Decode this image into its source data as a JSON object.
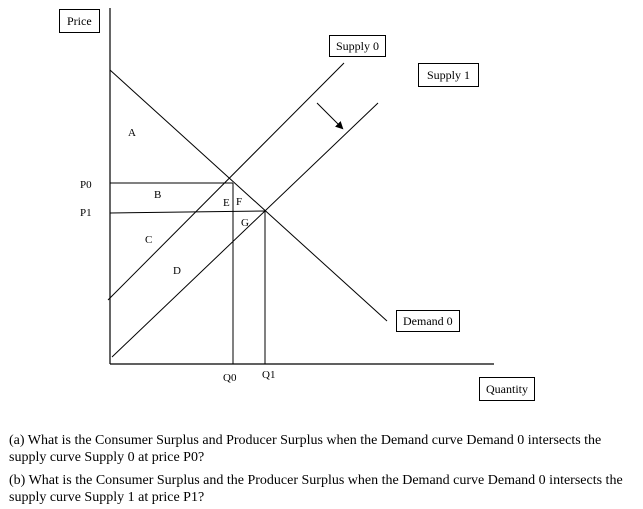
{
  "diagram": {
    "axis_y_label": "Price",
    "axis_x_label": "Quantity",
    "supply0_label": "Supply 0",
    "supply1_label": "Supply 1",
    "demand0_label": "Demand 0",
    "price_labels": {
      "p0": "P0",
      "p1": "P1"
    },
    "quantity_labels": {
      "q0": "Q0",
      "q1": "Q1"
    },
    "area_labels": {
      "a": "A",
      "b": "B",
      "c": "C",
      "d": "D",
      "e": "E",
      "f": "F",
      "g": "G"
    }
  },
  "questions": {
    "a": "(a) What is the Consumer Surplus and Producer Surplus when the Demand curve Demand 0 intersects the supply curve Supply 0 at price P0?",
    "b": "(b) What is the Consumer Surplus and the Producer Surplus when the Demand curve Demand 0 intersects the supply curve Supply 1 at price P1?"
  }
}
